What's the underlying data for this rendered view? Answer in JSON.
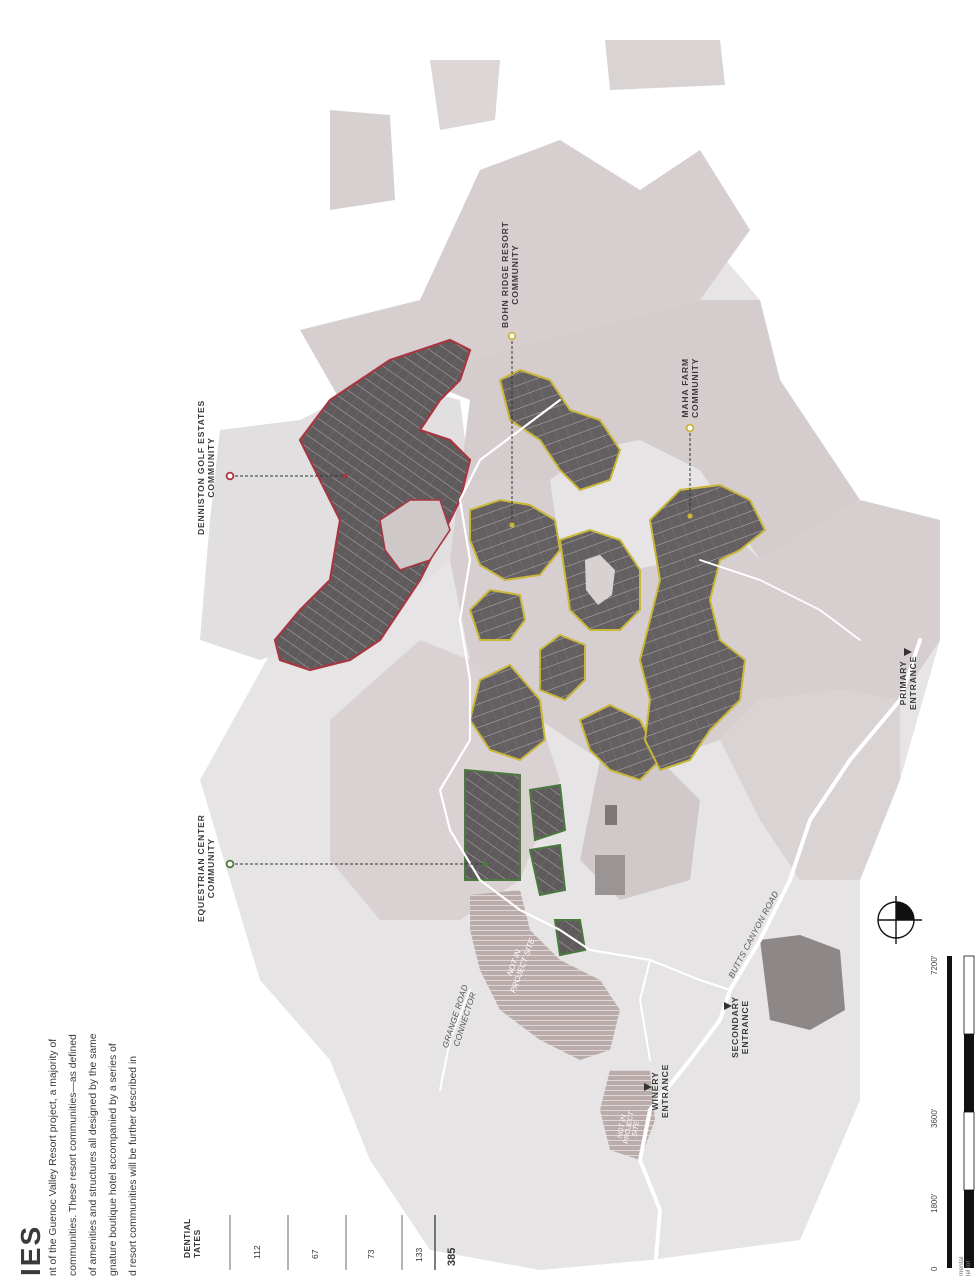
{
  "heading": "IES",
  "body_lines": [
    "nt of the Guenoc Valley Resort project, a majority of",
    "communities. These resort communities—as defined",
    "of amenities and structures all designed by the same",
    "gnature boutique hotel accompanied by a series of",
    "d resort communities will be further described in"
  ],
  "communities": [
    {
      "name_line1": "DENNISTON GOLF ESTATES",
      "name_line2": "COMMUNITY",
      "color": "#a8363f"
    },
    {
      "name_line1": "BOHN RIDGE RESORT",
      "name_line2": "COMMUNITY",
      "color": "#c9b73a"
    },
    {
      "name_line1": "MAHA FARM",
      "name_line2": "COMMUNITY",
      "color": "#c9b73a"
    },
    {
      "name_line1": "EQUESTRIAN CENTER",
      "name_line2": "COMMUNITY",
      "color": "#4a7a3e"
    }
  ],
  "entrances": [
    {
      "line1": "PRIMARY",
      "line2": "ENTRANCE"
    },
    {
      "line1": "SECONDARY",
      "line2": "ENTRANCE"
    },
    {
      "line1": "WINERY",
      "line2": "ENTRANCE"
    }
  ],
  "roads": {
    "butts_canyon": "BUTTS CANYON ROAD",
    "grange_line1": "GRANGE ROAD",
    "grange_line2": "CONNECTOR"
  },
  "not_in_project": {
    "main_line1": "NOT IN",
    "main_line2": "PROJECT SITE",
    "small_line1": "NOT IN",
    "small_line2": "PROJECT",
    "small_line3": "SITE"
  },
  "table": {
    "header_line1": "DENTIAL",
    "header_line2": "TATES",
    "values": [
      "112",
      "67",
      "73",
      "133"
    ],
    "total": "385"
  },
  "scale": {
    "ticks": [
      "0",
      "1800'",
      "3600'",
      "7200'"
    ],
    "north_arrow": "north-arrow-icon"
  },
  "note": {
    "line1": "mental",
    "line2": "lel lot"
  }
}
